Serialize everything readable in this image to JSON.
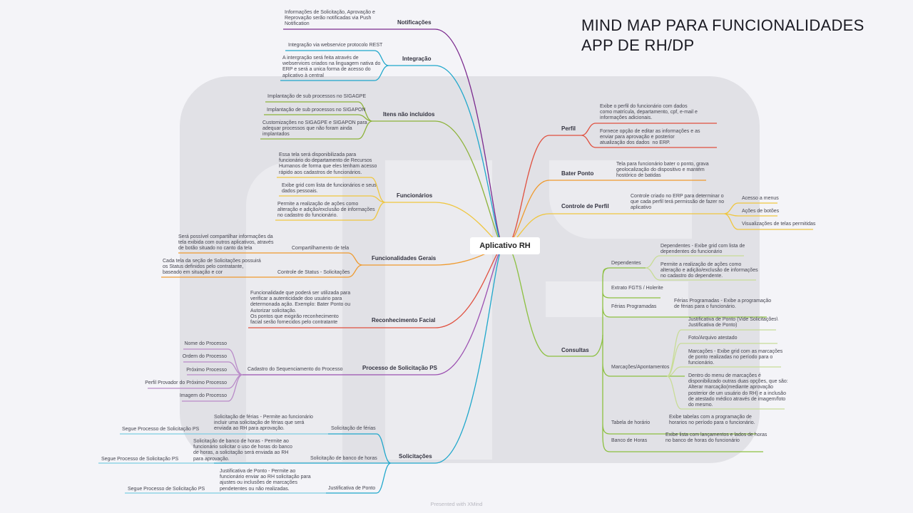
{
  "title": {
    "line1": "MIND MAP PARA FUNCIONALIDADES",
    "line2": "APP DE RH/DP"
  },
  "root": "Aplicativo RH",
  "footer": "Presented with XMind",
  "colors": {
    "purple": "#7b2a8e",
    "cyan": "#1fa7cb",
    "green": "#8db33a",
    "yellow": "#efc63f",
    "orange": "#ef9a2e",
    "red": "#e0503f",
    "lime": "#8cc040"
  },
  "left": {
    "notificacoes": {
      "label": "Notificações",
      "items": [
        "Informações de Solicitação, Aprovação e\nReprovação serão notificadas via Push\nNotification"
      ]
    },
    "integracao": {
      "label": "Integração",
      "items": [
        "Integração via webservice protocolo REST",
        "A intergração será feita através de\nwebservices criados na linguagem nativa do\nERP e será a unica forma de acesso do\naplicativo à central"
      ]
    },
    "itens": {
      "label": "Itens não incluidos",
      "items": [
        "Implantação de sub processos no SIGAGPE",
        "Implantação de sub processos no SIGAPON",
        "Customizações no SIGAGPE e SIGAPON para\nadequar processos que não foram ainda\nimplantados"
      ]
    },
    "funcionarios": {
      "label": "Funcionários",
      "items": [
        "Essa tela será disponibilizada para\nfuncionário do departamento de Recursos\nHumanos de forma que eles tenham acesso\nrápido aos cadastros de funcionários.",
        "Exibe grid com lista de funcionários e seus\ndados pessoais.",
        "Permite a realização de ações como\nalteração e adição/exclusão de informações\nno cadastro do funcionário."
      ]
    },
    "gerais": {
      "label": "Funcionalidades Gerais",
      "items": [
        {
          "label": "Compartilhamento de tela",
          "desc": "Será possível compartilhar informações da\ntela exibida com outros aplicativos, através\nde botão situado no canto da tela"
        },
        {
          "label": "Controle de Status - Solicitações",
          "desc": "Cada tela da seção de Solicitações possuirá\nos Status definidos pelo contratante,\nbaseado em situação e cor"
        }
      ]
    },
    "facial": {
      "label": "Reconhecimento Facial",
      "desc": "Funcionalidade que poderá ser utilizada para\nverificar a autenticidade doo usuário para\ndetermonada ação. Exemplo: Bater Ponto ou\nAutorizar solicitação.\nOs pontos que exigirão reconhecimento\nfacial serão fornecidos pelo contratante"
    },
    "processo": {
      "label": "Processo de Solicitação PS",
      "child": "Cadastro do Sequenciamento do Processo",
      "items": [
        "Nome do Processo",
        "Ordem do Processo",
        "Próximo Processo",
        "Perfil Provador do Próximo Processo",
        "Imagem do Processo"
      ]
    },
    "solicitacoes": {
      "label": "Solicitações",
      "items": [
        {
          "label": "Solicitação de férias",
          "desc": "Solicitação de férias - Permite ao funcionário\nincluir uma solicitação de férias que será\nenviada ao RH para aprovação.",
          "next": "Segue Processo de Solicitação PS"
        },
        {
          "label": "Solicitação de banco de horas",
          "desc": "Solicitação de banco de horas - Permite ao\nfuncionário solicitar o uso de horas do banco\nde horas, a solicitação será enviada ao RH\npara aprovação.",
          "next": "Segue Processo de Solicitação PS"
        },
        {
          "label": "Justificativa de Ponto",
          "desc": "Justificativa de Ponto - Permite ao\nfuncionário enviar ao RH solicitação para\najustes ou inclusões de marcações\npendetentes ou não realizadas.",
          "next": "Segue Processo de Solicitação PS"
        }
      ]
    }
  },
  "right": {
    "perfil": {
      "label": "Perfil",
      "items": [
        "Exibe o perfil do funcionário com dados\ncomo matrícula, departamento, cpf, e-mail e\ninformações adicionais.",
        "Fornece opção de editar as informações e as\nenviar para aprovação e posterior\natualização dos dados  no ERP."
      ]
    },
    "ponto": {
      "label": "Bater Ponto",
      "desc": "Tela para funcionário bater o ponto, grava\ngeolocalização do dispositivo e mantém\nhostórico de batidas"
    },
    "controle": {
      "label": "Controle de Perfil",
      "desc": "Controle criado no ERP para determinar o\nque cada perfil terá permissão de fazer no\naplicativo",
      "items": [
        "Acesso a menus",
        "Ações de botões",
        "Visualizações de telas permitidas"
      ]
    },
    "consultas": {
      "label": "Consultas",
      "items": {
        "dependentes": {
          "label": "Dependentes",
          "items": [
            "Dependentes - Exibe grid com lista de\ndependentes do funcionário",
            "Permite a realização de ações como\nalteração e adição/exclusão de informações\nno cadastro do dependente."
          ]
        },
        "extrato": {
          "label": "Extrato FGTS / Holerite"
        },
        "ferias": {
          "label": "Férias Programadas",
          "desc": "Férias Programadas - Exibe a programação\nde férias para o funcionário."
        },
        "marcacoes": {
          "label": "Marcações/Apontamentos",
          "items": [
            "Justificativa de Ponto (Vide Solicitações\\\nJustificativa de Ponto)",
            "Foto/Arquivo atestado",
            "Marcações - Exibe grid com as marcações\nde ponto realizadas no período para o\nfuncionário.",
            "Dentro do menu de marcações é\ndisponibilizado outras duas opções, que são:\nAlterar marcação(mediante aprovação\nposterior de um usuário do RH) e a inclusão\nde atestado médico através de imagem/foto\ndo mesmo."
          ]
        },
        "tabela": {
          "label": "Tabela de horário",
          "desc": "Exibe tabelas com a programação de\nhorarios no período para o funcionário."
        },
        "banco": {
          "label": "Banco de Horas",
          "desc": "Exibe lista com lançamentos e lados de horas\nno banco de horas do funcionário"
        }
      }
    }
  }
}
